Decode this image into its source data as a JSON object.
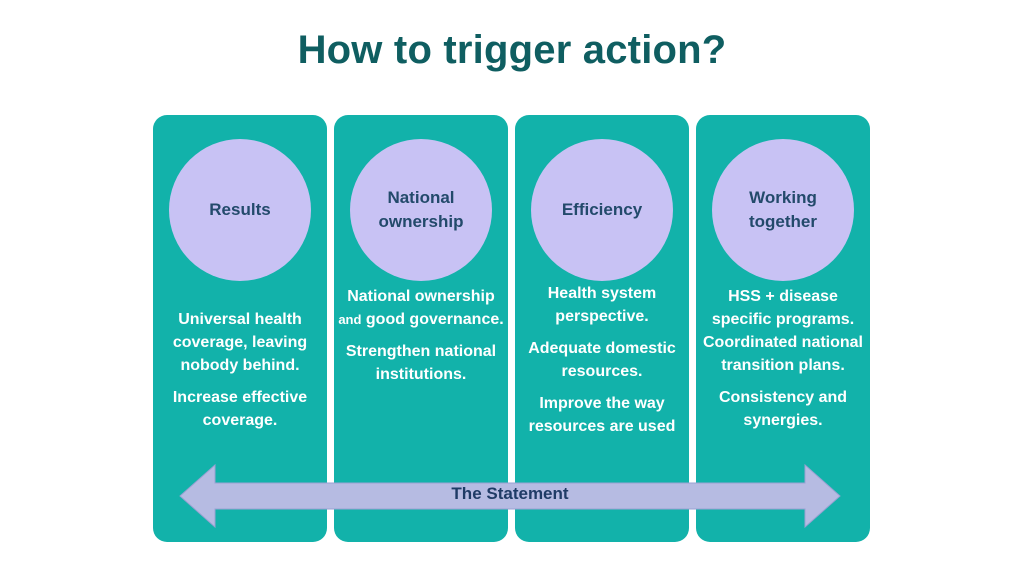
{
  "title": "How to trigger action?",
  "columns": [
    {
      "circle_lines": [
        "Results"
      ],
      "lines": [
        "Universal health coverage, leaving nobody behind.",
        "Increase effective coverage."
      ]
    },
    {
      "circle_lines": [
        "National",
        "ownership"
      ],
      "first_main": "National ownership",
      "first_small": "and",
      "first_rest": "good governance.",
      "lines": [
        "Strengthen national institutions."
      ]
    },
    {
      "circle_lines": [
        "Efficiency"
      ],
      "lines": [
        "Health system perspective.",
        "Adequate domestic resources.",
        "Improve the way resources are used"
      ]
    },
    {
      "circle_lines": [
        "Working",
        "together"
      ],
      "lines": [
        "HSS + disease specific programs. Coordinated national transition plans.",
        "Consistency and synergies."
      ]
    }
  ],
  "arrow_label": "The Statement",
  "colors": {
    "title": "#0f5e61",
    "column": "#12b2aa",
    "circle": "#c8c2f4",
    "arrow": "#b6bbe2"
  }
}
